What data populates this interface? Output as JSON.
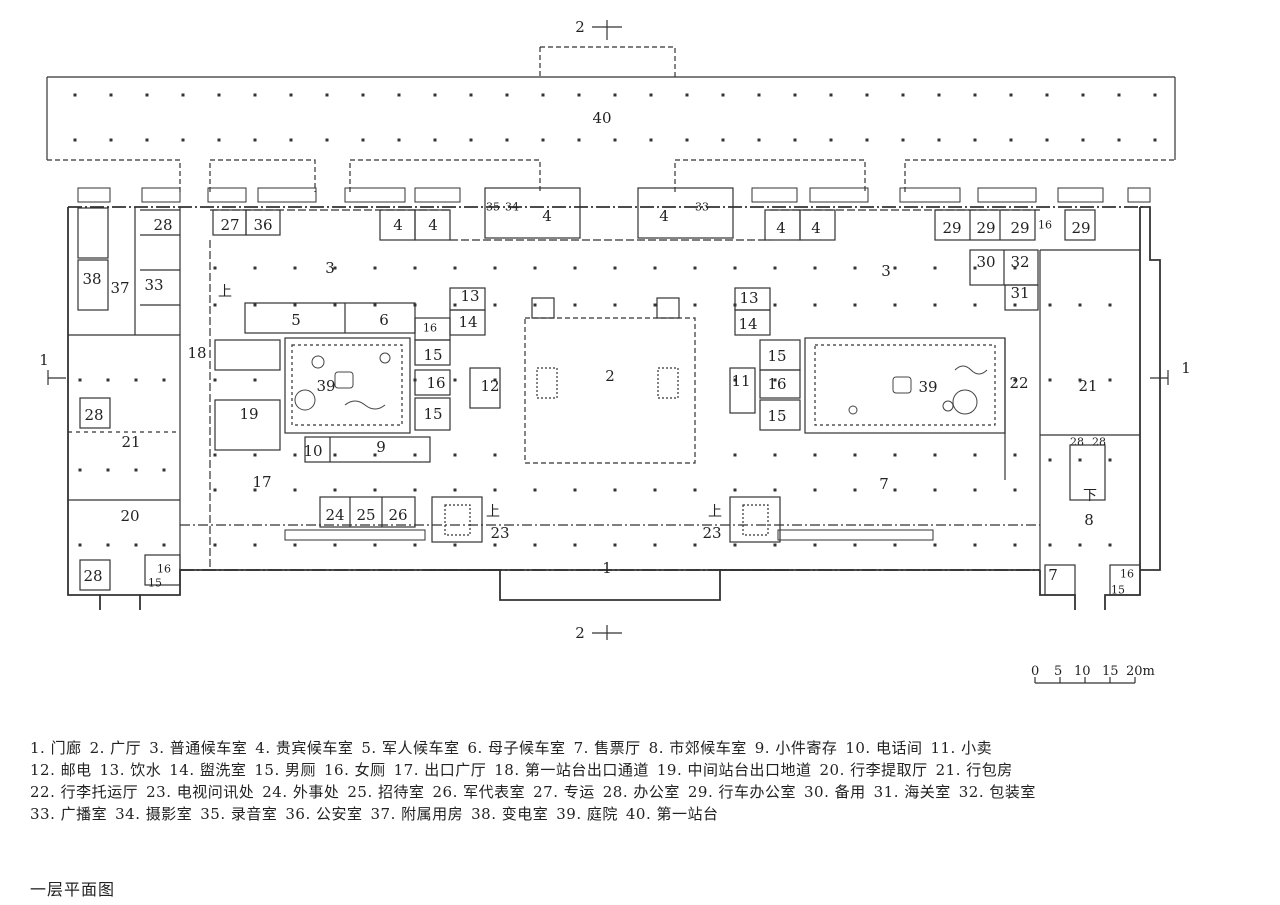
{
  "plan": {
    "room_labels": {
      "r40": "40",
      "r3a": "3",
      "r3b": "3",
      "r2": "2",
      "r1": "1",
      "r4a": "4",
      "r4b": "4",
      "r4c": "4",
      "r4d": "4",
      "r4e": "4",
      "r4f": "4",
      "r35": "35",
      "r34": "34",
      "r33b": "33",
      "r27": "27",
      "r36": "36",
      "r28a": "28",
      "r28b": "28",
      "r28c": "28",
      "r28d": "28",
      "r28e": "28",
      "r38": "38",
      "r37": "37",
      "r33": "33",
      "r5": "5",
      "r6": "6",
      "r13a": "13",
      "r13b": "13",
      "r14a": "14",
      "r14b": "14",
      "r16a": "16",
      "r16b": "16",
      "r16c": "16",
      "r16d": "16",
      "r16e": "16",
      "r16f": "16",
      "r15a": "15",
      "r15b": "15",
      "r15c": "15",
      "r15d": "15",
      "r15e": "15",
      "r15f": "15",
      "r39a": "39",
      "r39b": "39",
      "r12": "12",
      "r11": "11",
      "r18": "18",
      "r19": "19",
      "r10": "10",
      "r9": "9",
      "r17": "17",
      "r24": "24",
      "r25": "25",
      "r26": "26",
      "r23a": "23",
      "r23b": "23",
      "r21a": "21",
      "r21b": "21",
      "r20": "20",
      "r22": "22",
      "r29a": "29",
      "r29b": "29",
      "r29c": "29",
      "r29d": "29",
      "r30": "30",
      "r32": "32",
      "r31": "31",
      "r7a": "7",
      "r7b": "7",
      "r8": "8"
    },
    "up_marks": {
      "u1": "上",
      "u2": "上",
      "u3": "上"
    },
    "down_mark": "下",
    "section_marks": {
      "top": "2",
      "bottom": "2",
      "left": "1",
      "right": "1"
    },
    "scale_bar": {
      "ticks": [
        "0",
        "5",
        "10",
        "15",
        "20m"
      ]
    }
  },
  "legend": {
    "rows": [
      [
        "1. 门廊",
        "2. 广厅",
        "3. 普通候车室",
        "4. 贵宾候车室",
        "5. 军人候车室",
        "6. 母子候车室",
        "7. 售票厅",
        "8. 市郊候车室",
        "9. 小件寄存",
        "10. 电话间",
        "11. 小卖"
      ],
      [
        "12. 邮电",
        "13. 饮水",
        "14. 盥洗室",
        "15. 男厕",
        "16. 女厕",
        "17. 出口广厅",
        "18. 第一站台出口通道",
        "19. 中间站台出口地道",
        "20. 行李提取厅",
        "21. 行包房"
      ],
      [
        "22. 行李托运厅",
        "23. 电视问讯处",
        "24. 外事处",
        "25. 招待室",
        "26. 军代表室",
        "27. 专运",
        "28. 办公室",
        "29. 行车办公室",
        "30. 备用",
        "31. 海关室",
        "32. 包装室"
      ],
      [
        "33. 广播室",
        "34. 摄影室",
        "35. 录音室",
        "36. 公安室",
        "37. 附属用房",
        "38. 变电室",
        "39. 庭院",
        "40. 第一站台"
      ]
    ]
  },
  "caption": "一层平面图"
}
